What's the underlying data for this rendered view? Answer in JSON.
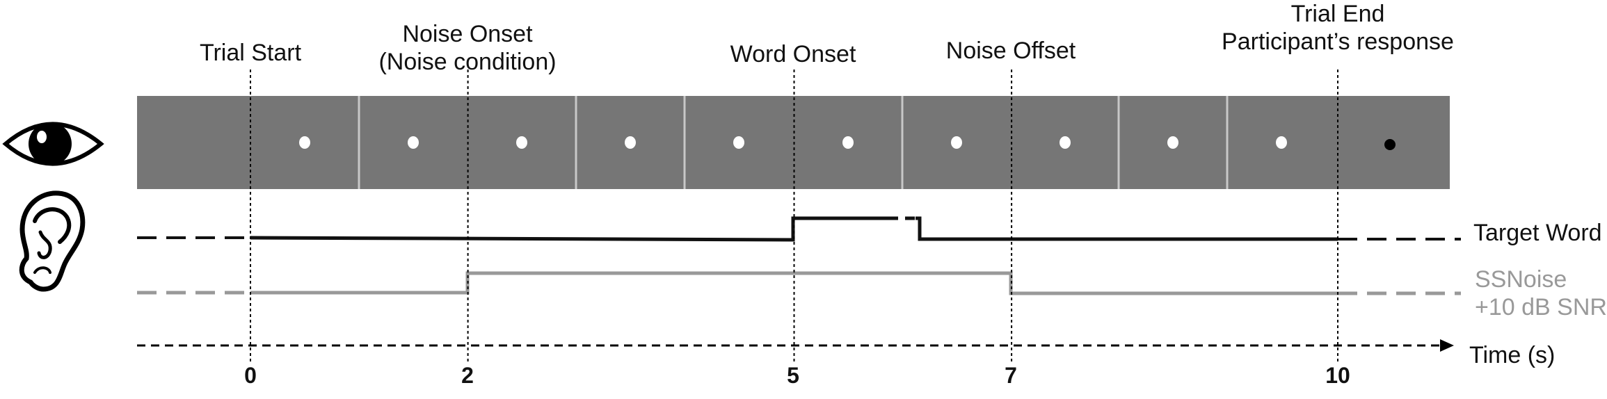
{
  "events": [
    {
      "label": "Trial Start",
      "time": 0
    },
    {
      "label": "Noise Onset\n(Noise condition)",
      "time": 2
    },
    {
      "label": "Word Onset",
      "time": 5
    },
    {
      "label": "Noise Offset",
      "time": 7
    },
    {
      "label": "Trial End\nParticipant’s response",
      "time": 10
    }
  ],
  "ticks": [
    "0",
    "2",
    "5",
    "7",
    "10"
  ],
  "tracks": {
    "target_word": {
      "label": "Target Word",
      "color": "#111111"
    },
    "noise": {
      "label": "SSNoise\n+10 dB SNR",
      "color": "#999999"
    }
  },
  "time_axis_label": "Time (s)",
  "visual_stream": {
    "frame_color": "#767676",
    "fixation_white": "#ffffff",
    "fixation_final": "#000000"
  },
  "icons": [
    "eye-icon",
    "ear-icon"
  ]
}
